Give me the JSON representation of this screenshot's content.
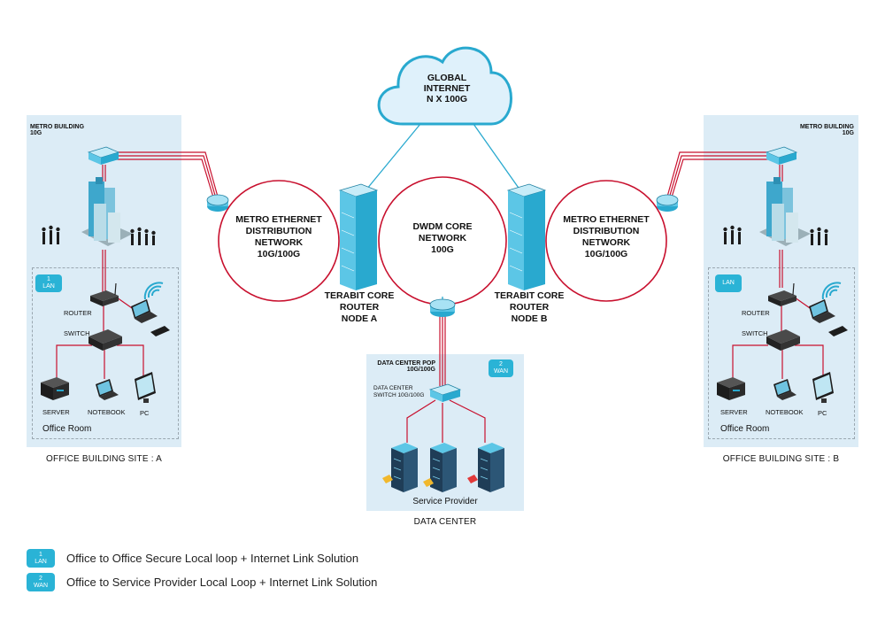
{
  "cloud": {
    "line1": "GLOBAL",
    "line2": "INTERNET",
    "line3": "N X 100G"
  },
  "metro_left": {
    "title": "METRO BUILDING",
    "speed": "10G"
  },
  "metro_right": {
    "title": "METRO BUILDING",
    "speed": "10G"
  },
  "ring_left": {
    "line1": "METRO ETHERNET",
    "line2": "DISTRIBUTION",
    "line3": "NETWORK",
    "line4": "10G/100G"
  },
  "ring_center": {
    "line1": "DWDM CORE",
    "line2": "NETWORK",
    "line3": "100G"
  },
  "ring_right": {
    "line1": "METRO ETHERNET",
    "line2": "DISTRIBUTION",
    "line3": "NETWORK",
    "line4": "10G/100G"
  },
  "node_a": {
    "line1": "TERABIT CORE",
    "line2": "ROUTER",
    "line3": "NODE A"
  },
  "node_b": {
    "line1": "TERABIT CORE",
    "line2": "ROUTER",
    "line3": "NODE B"
  },
  "office_left": {
    "badge_num": "1",
    "badge_text": "LAN",
    "router": "ROUTER",
    "switch": "SWITCH",
    "server": "SERVER",
    "notebook": "NOTEBOOK",
    "pc": "PC",
    "room": "Office Room",
    "site": "OFFICE BUILDING SITE : A"
  },
  "office_right": {
    "badge_text": "LAN",
    "router": "ROUTER",
    "switch": "SWITCH",
    "server": "SERVER",
    "notebook": "NOTEBOOK",
    "pc": "PC",
    "room": "Office Room",
    "site": "OFFICE BUILDING SITE : B"
  },
  "datacenter": {
    "pop_line1": "DATA CENTER POP",
    "pop_line2": "10G/100G",
    "badge_num": "2",
    "badge_text": "WAN",
    "switch_line1": "DATA CENTER",
    "switch_line2": "SWITCH 10G/100G",
    "provider": "Service Provider",
    "caption": "DATA CENTER"
  },
  "legend": [
    {
      "num": "1",
      "tag": "LAN",
      "text": "Office to Office Secure Local loop + Internet Link Solution"
    },
    {
      "num": "2",
      "tag": "WAN",
      "text": "Office to Service Provider Local Loop + Internet Link Solution"
    }
  ],
  "colors": {
    "red_link": "#c8102e",
    "blue_link": "#29a9cf",
    "panel": "#dcecf6",
    "badge": "#2ab3d6",
    "cloud": "#dff1fb",
    "cloud_stroke": "#29a9cf"
  }
}
